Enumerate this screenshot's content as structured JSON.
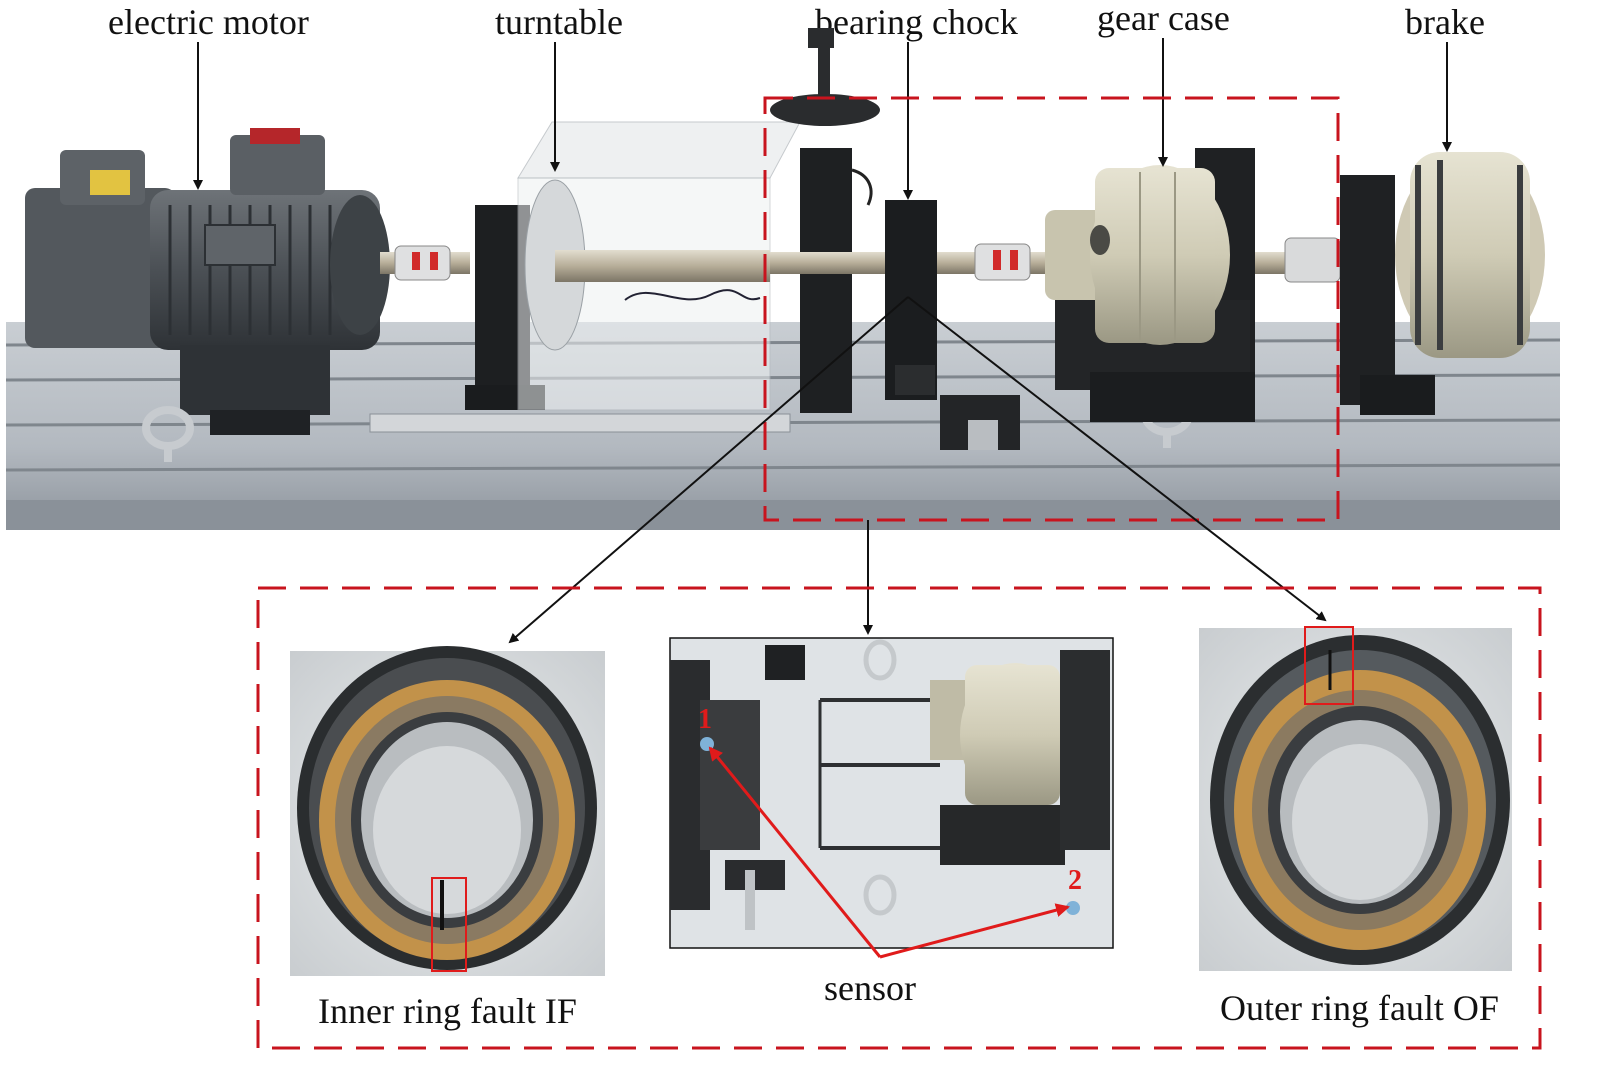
{
  "labels": {
    "motor": "electric motor",
    "turntable": "turntable",
    "bearing_chock": "bearing chock",
    "gear_case": "gear case",
    "brake": "brake"
  },
  "captions": {
    "inner": "Inner ring fault IF",
    "sensor": "sensor",
    "outer": "Outer ring fault OF"
  },
  "sensor_markers": [
    "1",
    "2"
  ],
  "colors": {
    "dashed_box": "#c8141e",
    "arrow": "#111111",
    "sensor_arrow": "#e01b1b",
    "base_plate": "#9aa3ad",
    "brass_cage": "#c2924a"
  }
}
